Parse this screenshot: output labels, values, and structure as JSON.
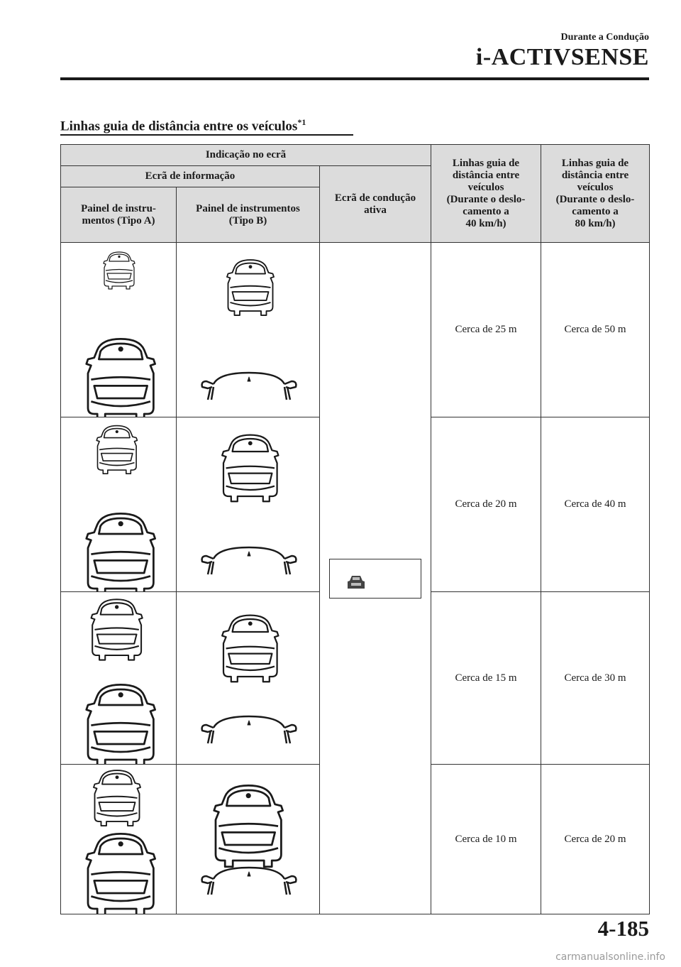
{
  "header": {
    "section": "Durante a Condução",
    "chapter": "i-ACTIVSENSE"
  },
  "section_title": {
    "text": "Linhas guia de distância entre os veículos",
    "footnote": "*1"
  },
  "table": {
    "h_display": "Indicação no ecrã",
    "h_info": "Ecrã de informação",
    "h_panel_a": [
      "Painel de instru-",
      "mentos (Tipo A)"
    ],
    "h_panel_b": [
      "Painel de instrumentos",
      "(Tipo B)"
    ],
    "h_active": [
      "Ecrã de condução",
      "ativa"
    ],
    "h_40": [
      "Linhas guia de",
      "distância entre",
      "veículos",
      "(Durante o deslo-",
      "camento a",
      "40 km/h)"
    ],
    "h_80": [
      "Linhas guia de",
      "distância entre",
      "veículos",
      "(Durante o deslo-",
      "camento a",
      "80 km/h)"
    ],
    "rows": [
      {
        "d40": "Cerca de 25 m",
        "d80": "Cerca de 50 m"
      },
      {
        "d40": "Cerca de 20 m",
        "d80": "Cerca de 40 m"
      },
      {
        "d40": "Cerca de 15 m",
        "d80": "Cerca de 30 m"
      },
      {
        "d40": "Cerca de 10 m",
        "d80": "Cerca de 20 m"
      }
    ]
  },
  "footer": {
    "page": "4-185"
  },
  "watermark": "carmanualsonline.info"
}
